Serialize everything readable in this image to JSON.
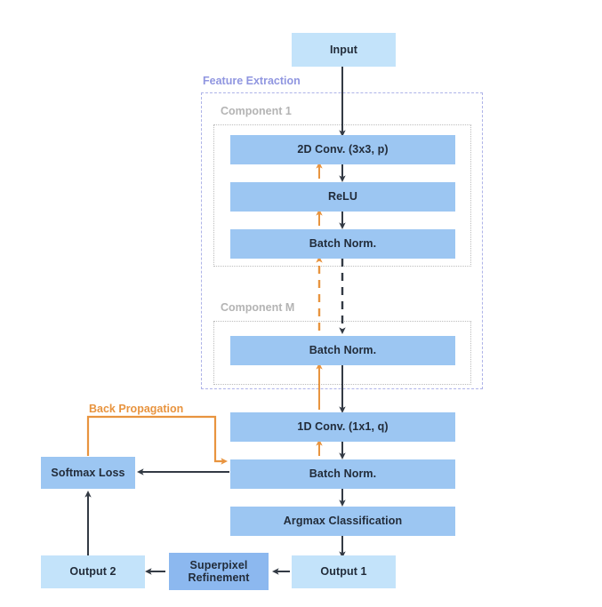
{
  "diagram": {
    "title": "Feature Extraction CNN Pipeline",
    "colors": {
      "light_blue": "#c3e3fa",
      "mid_blue": "#9cc6f2",
      "deep_blue": "#8cb8ef",
      "orange": "#e8943f",
      "purple": "#9096e0",
      "gray": "#b4b4b4",
      "arrow_black": "#333a44",
      "text": "#222c3a"
    },
    "nodes": [
      {
        "id": "input",
        "label": "Input",
        "style": "light"
      },
      {
        "id": "conv2d",
        "label": "2D Conv.  (3x3, p)",
        "style": "mid"
      },
      {
        "id": "relu",
        "label": "ReLU",
        "style": "mid"
      },
      {
        "id": "bn1",
        "label": "Batch Norm.",
        "style": "mid"
      },
      {
        "id": "bnm",
        "label": "Batch Norm.",
        "style": "mid"
      },
      {
        "id": "conv1d",
        "label": "1D Conv. (1x1, q)",
        "style": "mid"
      },
      {
        "id": "bn2",
        "label": "Batch Norm.",
        "style": "mid"
      },
      {
        "id": "argmax",
        "label": "Argmax Classification",
        "style": "mid"
      },
      {
        "id": "softmax",
        "label": "Softmax Loss",
        "style": "mid"
      },
      {
        "id": "output1",
        "label": "Output 1",
        "style": "light"
      },
      {
        "id": "output2",
        "label": "Output 2",
        "style": "light"
      },
      {
        "id": "superpixel",
        "label": "Superpixel\nRefinement",
        "style": "deep"
      }
    ],
    "groups": [
      {
        "id": "feature-extraction",
        "label": "Feature Extraction",
        "style": "purple"
      },
      {
        "id": "component-1",
        "label": "Component 1",
        "style": "gray"
      },
      {
        "id": "component-m",
        "label": "Component M",
        "style": "gray"
      }
    ],
    "annotations": [
      {
        "id": "back-propagation",
        "label": "Back Propagation",
        "style": "orange"
      }
    ],
    "labels": {
      "input": "Input",
      "conv2d": "2D Conv.  (3x3, p)",
      "relu": "ReLU",
      "bn1": "Batch Norm.",
      "bnm": "Batch Norm.",
      "conv1d": "1D Conv. (1x1, q)",
      "bn2": "Batch Norm.",
      "argmax": "Argmax Classification",
      "softmax": "Softmax Loss",
      "output1": "Output 1",
      "output2": "Output 2",
      "superpixel_line1": "Superpixel",
      "superpixel_line2": "Refinement",
      "feature_extraction": "Feature Extraction",
      "component_1": "Component 1",
      "component_m": "Component M",
      "back_propagation": "Back Propagation"
    }
  }
}
